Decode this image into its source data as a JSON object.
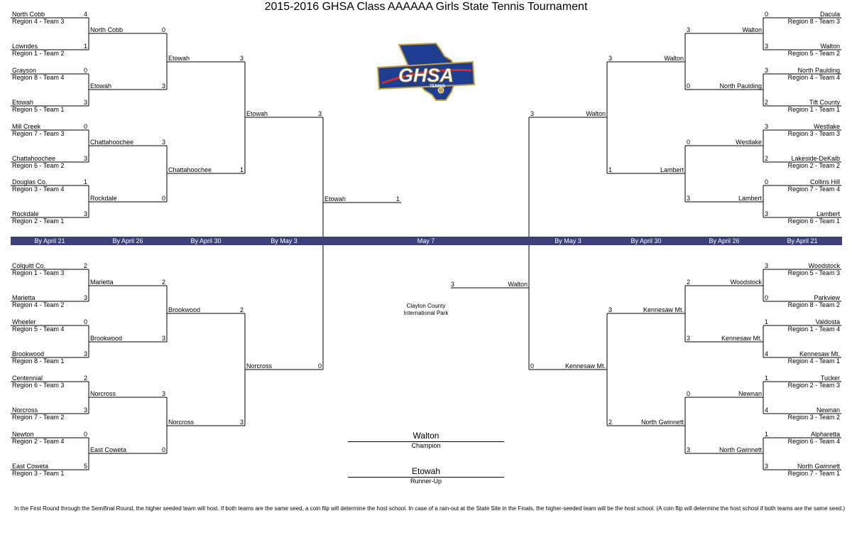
{
  "title": "2015-2016 GHSA Class AAAAAA Girls State Tennis Tournament",
  "logo": {
    "text": "GHSA",
    "sub": "TENNIS"
  },
  "colors": {
    "band": "#3b3f7a",
    "logo_blue": "#1f3e92",
    "logo_gold": "#c8a23a",
    "logo_red": "#d42b2b"
  },
  "round_dates": [
    "By April 21",
    "By April 26",
    "By April 30",
    "By May 3",
    "May 7",
    "By May 3",
    "By April 30",
    "By April 26",
    "By April 21"
  ],
  "venue": {
    "line1": "Clayton County",
    "line2": "International Park"
  },
  "champion": {
    "name": "Walton",
    "label": "Champion"
  },
  "runner_up": {
    "name": "Etowah",
    "label": "Runner-Up"
  },
  "footnote": "In the First Round through the Semifinal Round, the higher seeded team will host. If both teams are the same seed, a coin flip will determine the host school. In case of a rain-out at the State Site in the Finals, the higher-seeded team will be the host school.  (A coin flip will determine the host school if both teams are the same seed.)",
  "left": {
    "r1": [
      {
        "team": "North Cobb",
        "seed": "Region 4 - Team 3",
        "score": "4"
      },
      {
        "team": "Lowndes",
        "seed": "Region 1 - Team 2",
        "score": "1"
      },
      {
        "team": "Grayson",
        "seed": "Region 8 - Team 4",
        "score": "0"
      },
      {
        "team": "Etowah",
        "seed": "Region 5 - Team 1",
        "score": "3"
      },
      {
        "team": "Mill Creek",
        "seed": "Region 7 - Team 3",
        "score": "0"
      },
      {
        "team": "Chattahoochee",
        "seed": "Region 6 - Team 2",
        "score": "3"
      },
      {
        "team": "Douglas Co.",
        "seed": "Region 3 - Team 4",
        "score": "1"
      },
      {
        "team": "Rockdale",
        "seed": "Region 2 - Team 1",
        "score": "3"
      },
      {
        "team": "Colquitt Co.",
        "seed": "Region 1 - Team 3",
        "score": "2"
      },
      {
        "team": "Marietta",
        "seed": "Region 4 - Team 2",
        "score": "3"
      },
      {
        "team": "Wheeler",
        "seed": "Region 5 - Team 4",
        "score": "0"
      },
      {
        "team": "Brookwood",
        "seed": "Region 8 - Team 1",
        "score": "3"
      },
      {
        "team": "Centennial",
        "seed": "Region 6 - Team 3",
        "score": "2"
      },
      {
        "team": "Norcross",
        "seed": "Region 7 - Team 2",
        "score": "3"
      },
      {
        "team": "Newton",
        "seed": "Region 2 - Team 4",
        "score": "0"
      },
      {
        "team": "East Coweta",
        "seed": "Region 3 - Team 1",
        "score": "5"
      }
    ],
    "r2": [
      {
        "team": "North Cobb",
        "score": "0"
      },
      {
        "team": "Etowah",
        "score": "3"
      },
      {
        "team": "Chattahoochee",
        "score": "3"
      },
      {
        "team": "Rockdale",
        "score": "0"
      },
      {
        "team": "Marietta",
        "score": "2"
      },
      {
        "team": "Brookwood",
        "score": "3"
      },
      {
        "team": "Norcross",
        "score": "3"
      },
      {
        "team": "East Coweta",
        "score": "0"
      }
    ],
    "r3": [
      {
        "team": "Etowah",
        "score": "3"
      },
      {
        "team": "Chattahoochee",
        "score": "1"
      },
      {
        "team": "Brookwood",
        "score": "2"
      },
      {
        "team": "Norcross",
        "score": "3"
      }
    ],
    "r4": [
      {
        "team": "Etowah",
        "score": "3"
      },
      {
        "team": "Norcross",
        "score": "0"
      }
    ],
    "final": {
      "team": "Etowah",
      "score": "1"
    }
  },
  "right": {
    "r1": [
      {
        "team": "Dacula",
        "seed": "Region 8 - Team 3",
        "score": "0"
      },
      {
        "team": "Walton",
        "seed": "Region 5 - Team 2",
        "score": "3"
      },
      {
        "team": "North Paulding",
        "seed": "Region 4 - Team 4",
        "score": "3"
      },
      {
        "team": "Tift County",
        "seed": "Region 1 - Team 1",
        "score": "2"
      },
      {
        "team": "Westlake",
        "seed": "Region 3 - Team 3",
        "score": "3"
      },
      {
        "team": "Lakeside-DeKalb",
        "seed": "Region 2 - Team 2",
        "score": "2"
      },
      {
        "team": "Collins Hill",
        "seed": "Region 7 - Team 4",
        "score": "0"
      },
      {
        "team": "Lambert",
        "seed": "Region 6 - Team 1",
        "score": "3"
      },
      {
        "team": "Woodstock",
        "seed": "Region 5 - Team 3",
        "score": "3"
      },
      {
        "team": "Parkview",
        "seed": "Region 8 - Team 2",
        "score": "0"
      },
      {
        "team": "Valdosta",
        "seed": "Region 1 - Team 4",
        "score": "1"
      },
      {
        "team": "Kennesaw Mt.",
        "seed": "Region 4 - Team 1",
        "score": "4"
      },
      {
        "team": "Tucker",
        "seed": "Region 2 - Team 3",
        "score": "1"
      },
      {
        "team": "Newnan",
        "seed": "Region 3 - Team 2",
        "score": "4"
      },
      {
        "team": "Alpharetta",
        "seed": "Region 6 - Team 4",
        "score": "1"
      },
      {
        "team": "North Gwinnett",
        "seed": "Region 7 - Team 1",
        "score": "3"
      }
    ],
    "r2": [
      {
        "team": "Walton",
        "score": "3"
      },
      {
        "team": "North Paulding",
        "score": "0"
      },
      {
        "team": "Westlake",
        "score": "0"
      },
      {
        "team": "Lambert",
        "score": "3"
      },
      {
        "team": "Woodstock",
        "score": "2"
      },
      {
        "team": "Kennesaw Mt.",
        "score": "3"
      },
      {
        "team": "Newnan",
        "score": "0"
      },
      {
        "team": "North Gwinnett",
        "score": "3"
      }
    ],
    "r3": [
      {
        "team": "Walton",
        "score": "3"
      },
      {
        "team": "Lambert",
        "score": "1"
      },
      {
        "team": "Kennesaw Mt.",
        "score": "3"
      },
      {
        "team": "North Gwinnett",
        "score": "2"
      }
    ],
    "r4": [
      {
        "team": "Walton",
        "score": "3"
      },
      {
        "team": "Kennesaw Mt.",
        "score": "0"
      }
    ],
    "final": {
      "team": "Walton",
      "score": "3"
    }
  }
}
